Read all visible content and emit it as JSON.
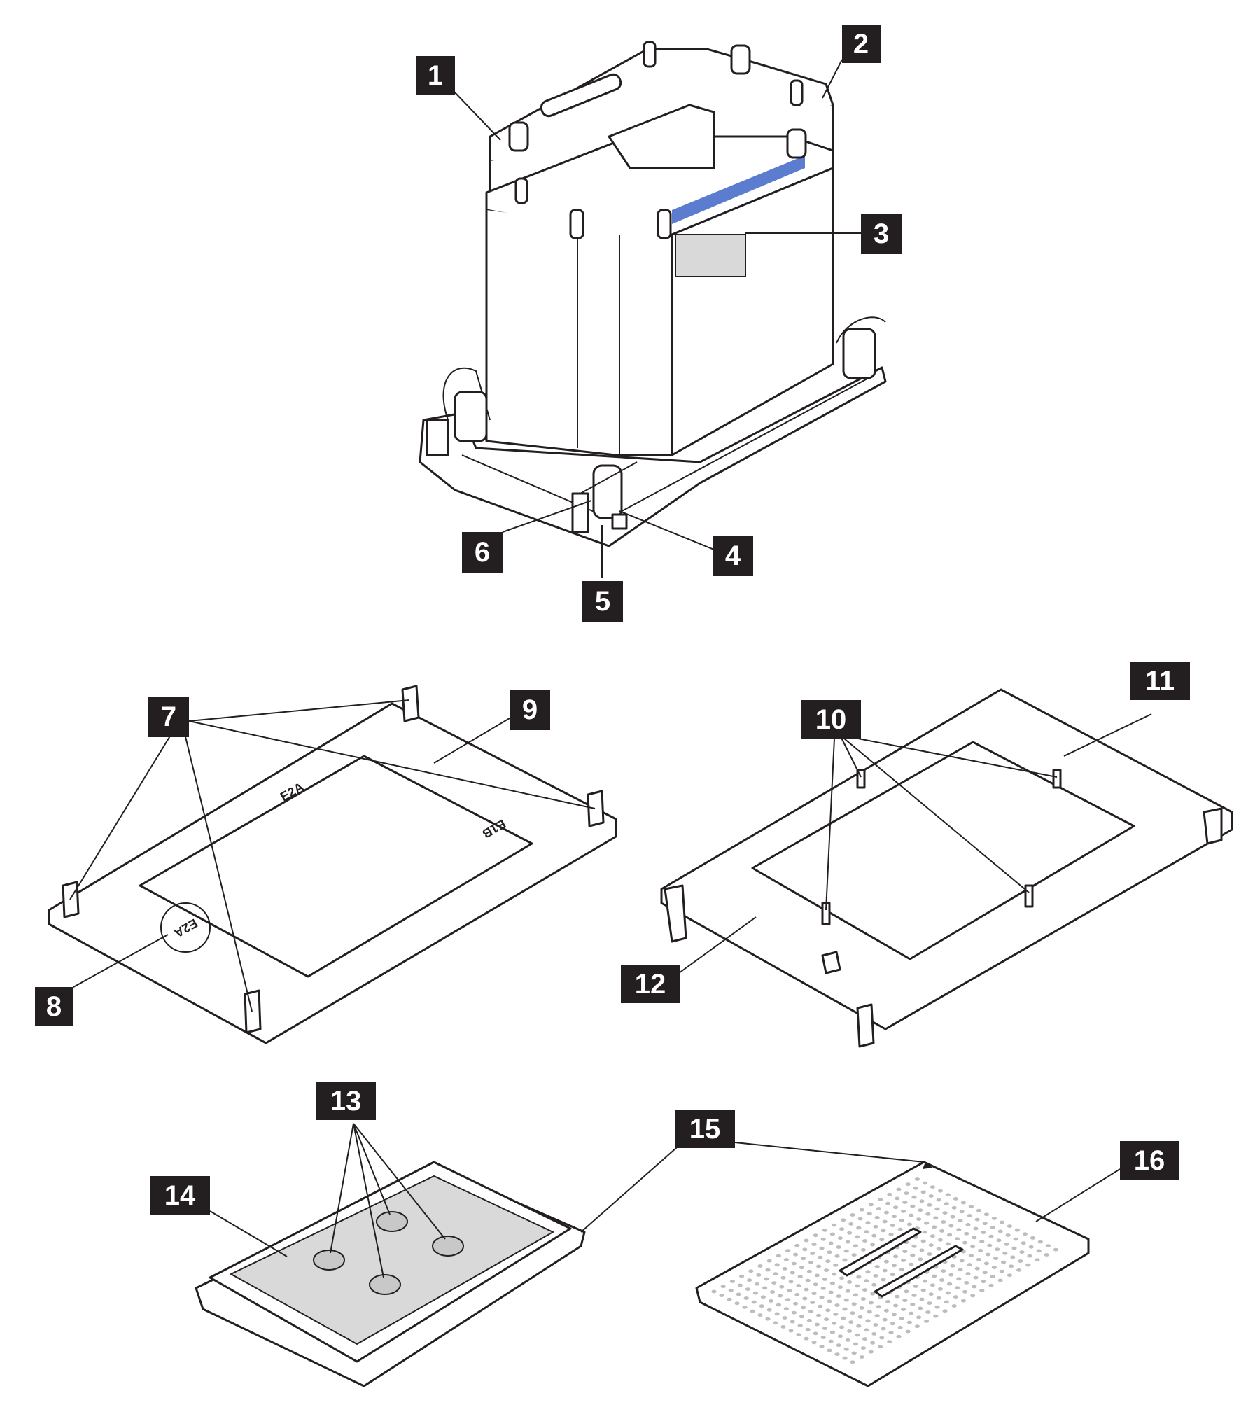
{
  "colors": {
    "ink": "#231f20",
    "label_highlight": "#5b7ccf",
    "paste_gray": "#d9d9d9"
  },
  "callouts": [
    {
      "id": "1",
      "label": "1"
    },
    {
      "id": "2",
      "label": "2"
    },
    {
      "id": "3",
      "label": "3"
    },
    {
      "id": "4",
      "label": "4"
    },
    {
      "id": "5",
      "label": "5"
    },
    {
      "id": "6",
      "label": "6"
    },
    {
      "id": "7",
      "label": "7"
    },
    {
      "id": "8",
      "label": "8"
    },
    {
      "id": "9",
      "label": "9"
    },
    {
      "id": "10",
      "label": "10"
    },
    {
      "id": "11",
      "label": "11"
    },
    {
      "id": "12",
      "label": "12"
    },
    {
      "id": "13",
      "label": "13"
    },
    {
      "id": "14",
      "label": "14"
    },
    {
      "id": "15",
      "label": "15"
    },
    {
      "id": "16",
      "label": "16"
    }
  ],
  "carrier_markings": {
    "e2a_a": "E2A",
    "e2a_b": "E2A",
    "e1b": "E1B"
  }
}
